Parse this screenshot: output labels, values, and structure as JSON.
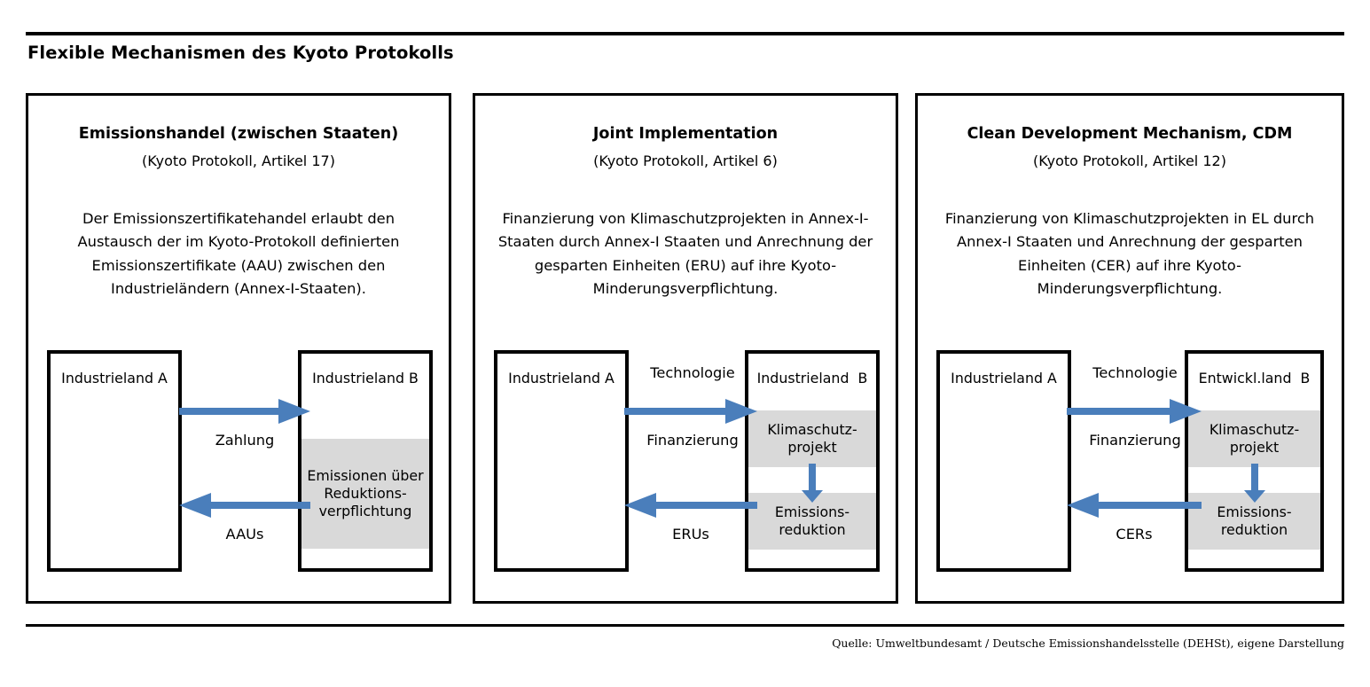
{
  "title": "Flexible Mechanismen des Kyoto Protokolls",
  "source": "Quelle: Umweltbundesamt / Deutsche Emissionshandelsstelle (DEHSt), eigene Darstellung",
  "colors": {
    "arrow_blue": "#4a7ebb",
    "band_gray": "#d9d9d9",
    "border_black": "#000000",
    "background": "#ffffff"
  },
  "panels": [
    {
      "title": "Emissionshandel (zwischen Staaten)",
      "subtitle": "(Kyoto Protokoll, Artikel 17)",
      "description": "Der Emissionszertifikatehandel erlaubt den Austausch der im Kyoto-Protokoll definierten Emissionszertifikate (AAU) zwischen den Industrieländern (Annex-I-Staaten).",
      "left_box_label": "Industrieland A",
      "right_box_label": "Industrieland B",
      "bands": [
        {
          "text": "Emissionen über Reduktions- verpflichtung"
        }
      ],
      "arrow_top_label": "",
      "arrow_mid_label": "Zahlung",
      "arrow_bottom_label": "AAUs",
      "has_vertical_arrow": false
    },
    {
      "title": "Joint Implementation",
      "subtitle": "(Kyoto Protokoll, Artikel 6)",
      "description": "Finanzierung von Klimaschutzprojekten in Annex-I-Staaten durch Annex-I Staaten und Anrechnung der gesparten Einheiten (ERU) auf ihre Kyoto-Minderungsverpflichtung.",
      "left_box_label": "Industrieland A",
      "right_box_label": "Industrieland  B",
      "bands": [
        {
          "text": "Klimaschutz- projekt"
        },
        {
          "text": "Emissions- reduktion"
        }
      ],
      "arrow_top_label": "Technologie",
      "arrow_mid_label": "Finanzierung",
      "arrow_bottom_label": "ERUs",
      "has_vertical_arrow": true
    },
    {
      "title": "Clean Development Mechanism, CDM",
      "subtitle": "(Kyoto Protokoll, Artikel 12)",
      "description": "Finanzierung von Klimaschutzprojekten in EL durch Annex-I Staaten und Anrechnung der gesparten Einheiten (CER) auf ihre Kyoto-Minderungsverpflichtung.",
      "left_box_label": "Industrieland A",
      "right_box_label": "Entwickl.land  B",
      "bands": [
        {
          "text": "Klimaschutz- projekt"
        },
        {
          "text": "Emissions- reduktion"
        }
      ],
      "arrow_top_label": "Technologie",
      "arrow_mid_label": "Finanzierung",
      "arrow_bottom_label": "CERs",
      "has_vertical_arrow": true
    }
  ]
}
